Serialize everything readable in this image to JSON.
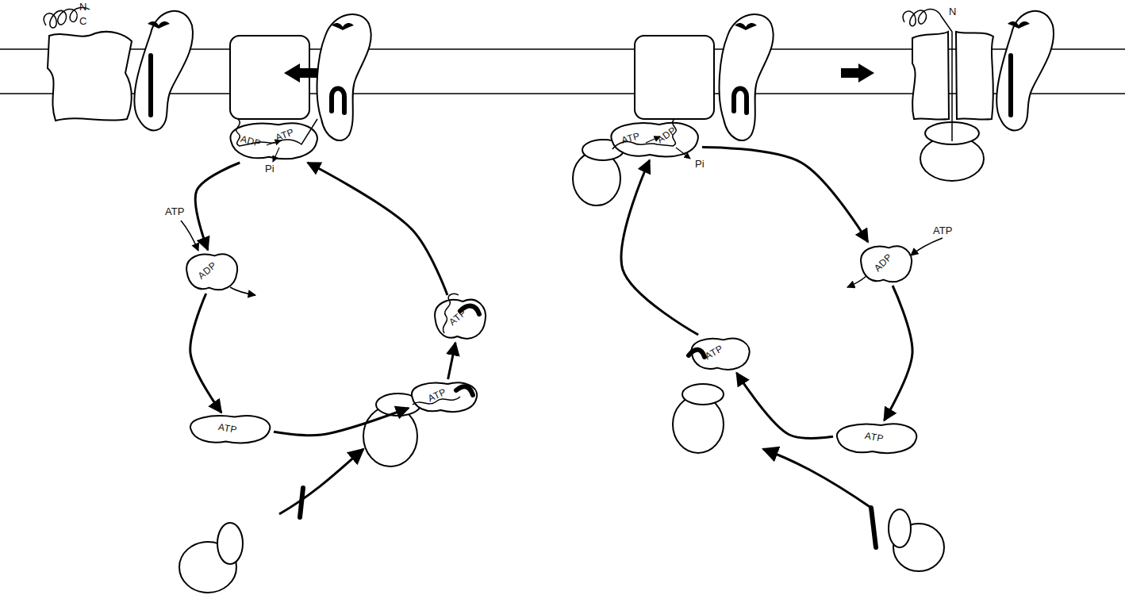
{
  "diagram": {
    "nodes": [
      {
        "text": [
          "ADP",
          "ATP"
        ]
      },
      {
        "text": [
          "ADP"
        ]
      },
      {
        "text": [
          "ATP"
        ]
      },
      {
        "text": [
          "ATP"
        ]
      },
      {
        "text": [
          "ATP"
        ]
      },
      {
        "text": [
          "ATP",
          "ADP"
        ]
      },
      {
        "text": [
          "ADP"
        ]
      },
      {
        "text": [
          "ATP"
        ]
      },
      {
        "text": [
          "ATP"
        ]
      }
    ],
    "edges": [
      {
        "from": 0,
        "to": 1,
        "arrow": "to"
      },
      {
        "from": 1,
        "to": 2,
        "arrow": "to"
      },
      {
        "from": 2,
        "to": 3,
        "arrow": "to"
      },
      {
        "from": 3,
        "to": 4,
        "arrow": "to"
      },
      {
        "from": 4,
        "to": 0,
        "arrow": "to"
      },
      {
        "from": 5,
        "to": 6,
        "arrow": "to"
      },
      {
        "from": 6,
        "to": 7,
        "arrow": "to"
      },
      {
        "from": 7,
        "to": 8,
        "arrow": "to"
      },
      {
        "from": 8,
        "to": 5,
        "arrow": "to"
      }
    ],
    "labels": [
      "N",
      "C",
      "N",
      "Pi",
      "Pi",
      "ATP",
      "ATP"
    ]
  }
}
